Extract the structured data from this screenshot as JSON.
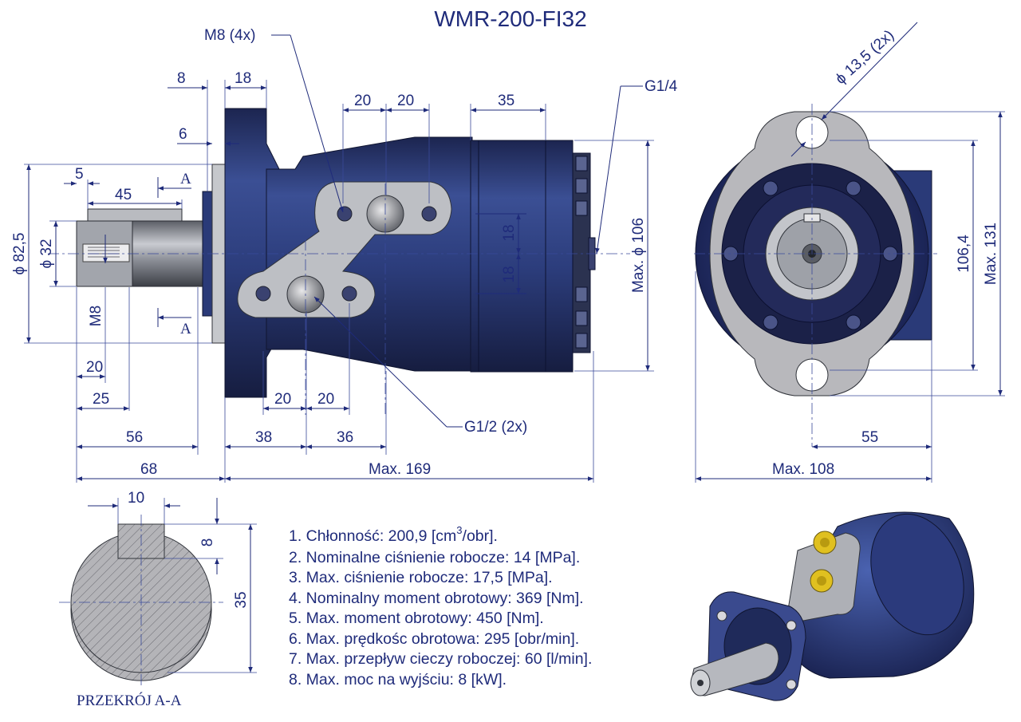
{
  "title": "WMR-200-FI32",
  "side_view_dims": {
    "m8_4x": "M8 (4x)",
    "d8": "8",
    "d18_top": "18",
    "d6": "6",
    "d5": "5",
    "d45": "45",
    "d20a": "20",
    "d20b": "20",
    "d35": "35",
    "g14": "G1/4",
    "phi825": "ϕ 82,5",
    "phi32": "ϕ 32",
    "m8": "M8",
    "d18a": "18",
    "d18b": "18",
    "max_phi106": "Max. ϕ 106",
    "section_a_top": "A",
    "section_a_bottom": "A",
    "d20_left": "20",
    "d25": "25",
    "d20c": "20",
    "d20d": "20",
    "g12": "G1/2 (2x)",
    "d56": "56",
    "d38": "38",
    "d36": "36",
    "d68": "68",
    "max169": "Max.  169"
  },
  "front_view_dims": {
    "hole": "ϕ 13,5  (2x)",
    "d1064": "106,4",
    "max131": "Max.  131",
    "d55": "55",
    "max108": "Max.  108"
  },
  "section_view": {
    "d10": "10",
    "d8": "8",
    "d35": "35",
    "caption": "PRZEKRÓJ A-A"
  },
  "specs": [
    {
      "pre": "1. Chłonność: 200,9 [cm",
      "sup": "3",
      "post": "/obr]."
    },
    {
      "text": "2. Nominalne ciśnienie robocze: 14 [MPa]."
    },
    {
      "text": "3. Max. ciśnienie robocze: 17,5 [MPa]."
    },
    {
      "text": "4. Nominalny moment obrotowy: 369 [Nm]."
    },
    {
      "text": "5. Max. moment obrotowy: 450 [Nm]."
    },
    {
      "text": "6. Max. prędkośc obrotowa: 295 [obr/min]."
    },
    {
      "text": "7. Max. przepływ cieczy roboczej: 60 [l/min]."
    },
    {
      "text": "8. Max. moc na wyjściu: 8 [kW]."
    }
  ],
  "colors": {
    "dimension": "#1f2b7a",
    "motor_body": "#2a3a78",
    "flange_plate": "#b8b8bc",
    "shaft": "#8a8d94",
    "fitting": "#e0c020"
  }
}
